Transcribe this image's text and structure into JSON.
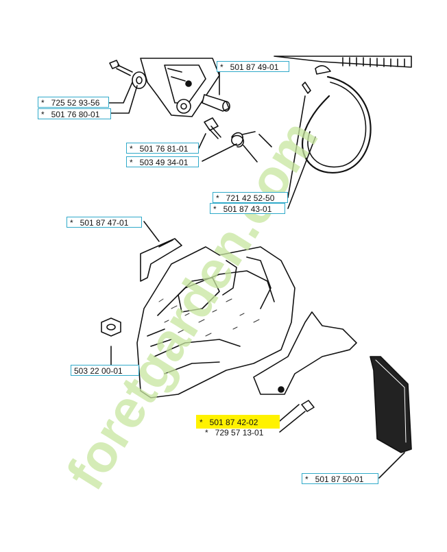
{
  "labels": {
    "p1": {
      "star": "*",
      "num": "725 52 93-56"
    },
    "p2": {
      "star": "*",
      "num": "501 76 80-01"
    },
    "p3": {
      "star": "*",
      "num": "501 87 49-01"
    },
    "p4": {
      "star": "*",
      "num": "501 76 81-01"
    },
    "p5": {
      "star": "*",
      "num": "503 49 34-01"
    },
    "p6": {
      "star": "*",
      "num": "721 42 52-50"
    },
    "p7": {
      "star": "*",
      "num": "501 87 43-01"
    },
    "p8": {
      "star": "*",
      "num": "501 87 47-01"
    },
    "p9": {
      "star": "",
      "num": "503 22 00-01"
    },
    "p10": {
      "star": "*",
      "num": "501 87 42-02"
    },
    "p11": {
      "star": "*",
      "num": "729 57 13-01"
    },
    "p12": {
      "star": "*",
      "num": "501 87 50-01"
    }
  },
  "watermark": {
    "text": "foretgarden.com",
    "color": "#c8e6a0"
  },
  "colors": {
    "label_border": "#2ea9c9",
    "highlight": "#fff200",
    "line": "#111111"
  }
}
